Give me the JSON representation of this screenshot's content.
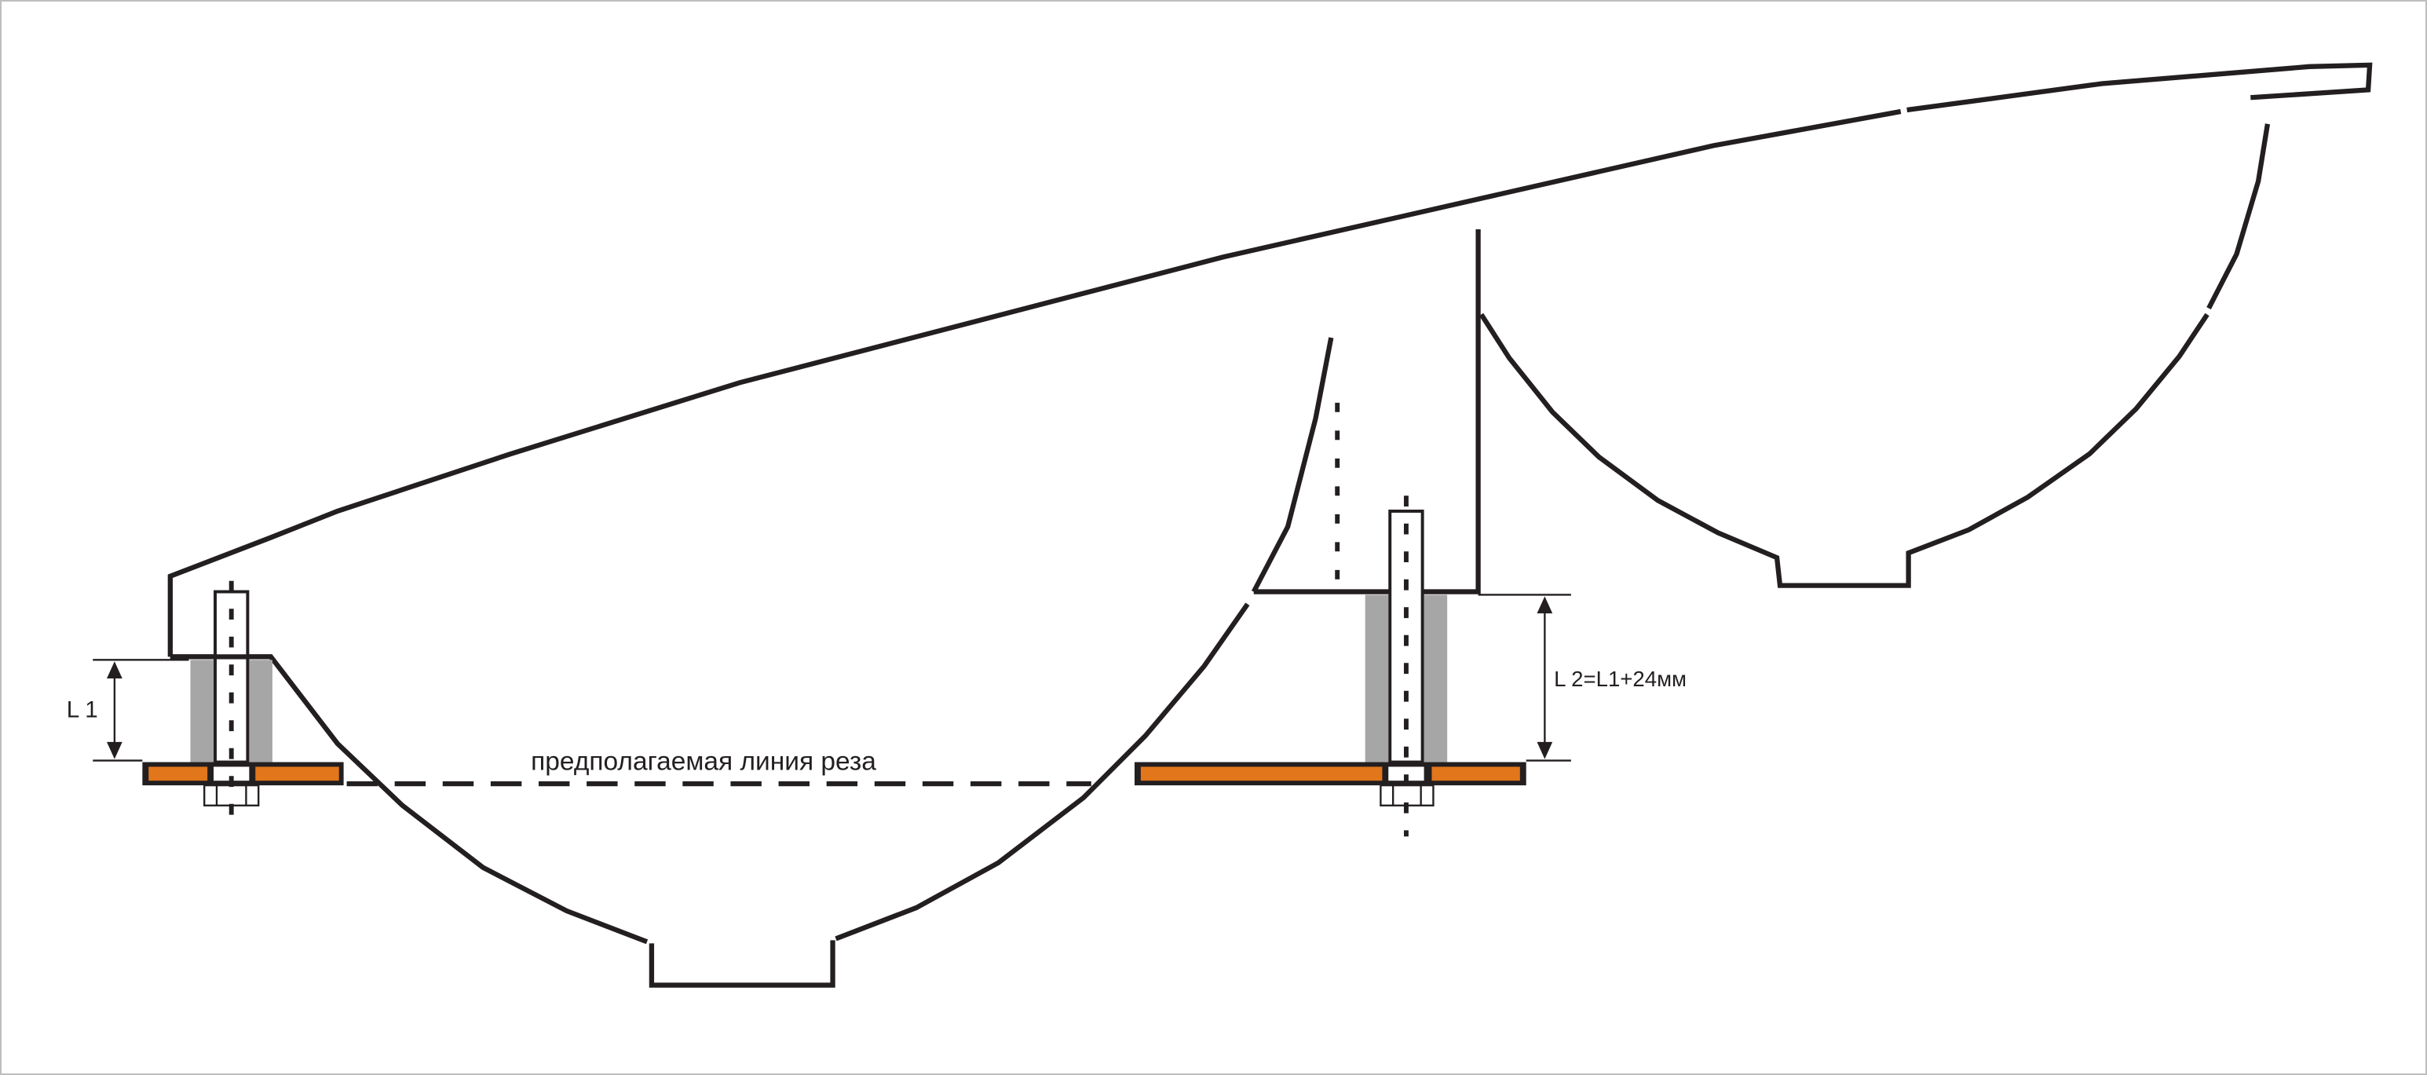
{
  "labels": {
    "cut_line": "предполагаемая линия реза",
    "l1": "L 1",
    "l2": "L 2=L1+24мм"
  },
  "colors": {
    "line": "#231f20",
    "plate": "#e2761b",
    "spacer": "#a6a6a6",
    "frame": "#bdbdbd"
  }
}
